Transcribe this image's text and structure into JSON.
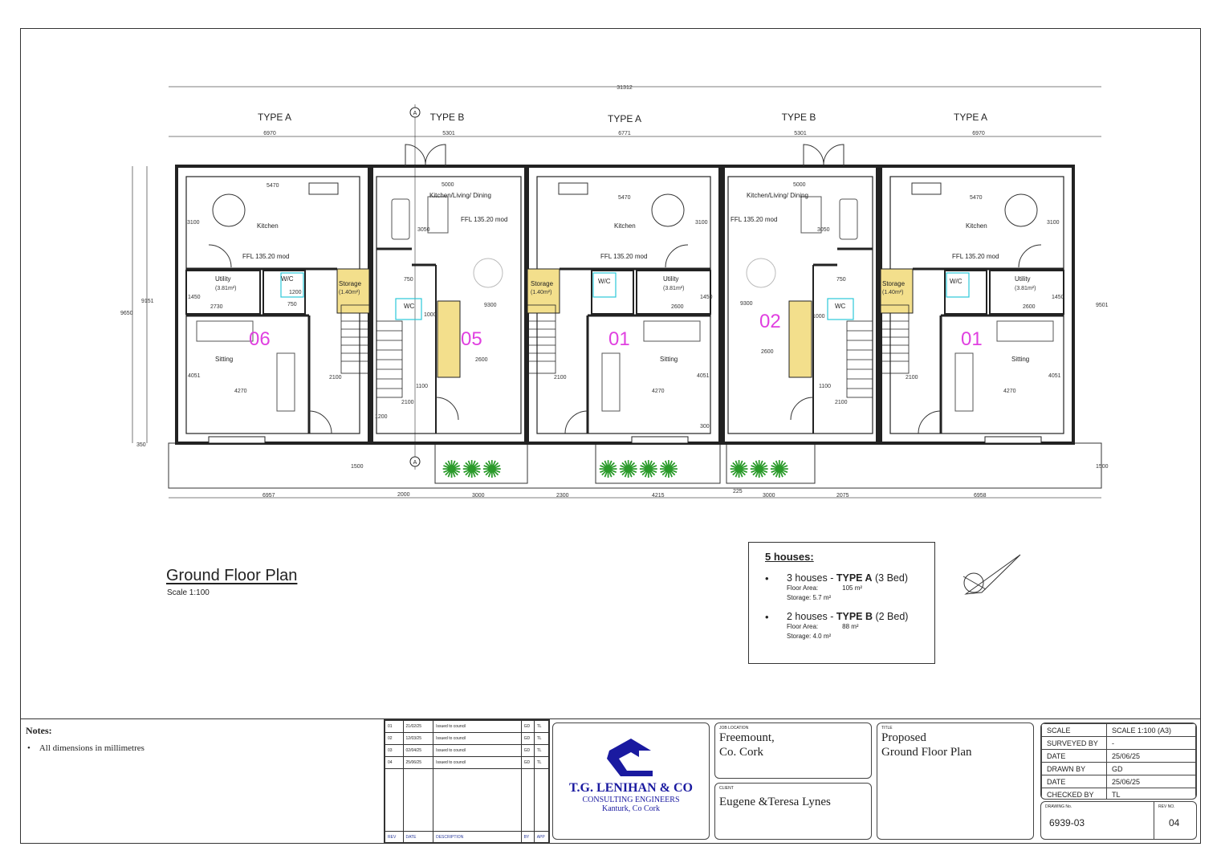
{
  "plan": {
    "overall_width": "31312",
    "left_dims": [
      "9650",
      "9151",
      "350"
    ],
    "right_dims": [
      "9501",
      "1500",
      "1500"
    ],
    "section_marker": "A",
    "units": [
      {
        "type": "TYPE A",
        "width": "6970",
        "number": "06",
        "rooms": {
          "kitchen": "Kitchen",
          "ffl": "FFL  135.20  mod",
          "utility": "Utility",
          "utility_area": "(3.81m²)",
          "wc": "W/C",
          "storage": "Storage",
          "storage_area": "(1.40m²)",
          "sitting": "Sitting"
        },
        "dims": [
          "5470",
          "3100",
          "1450",
          "2730",
          "1200",
          "750",
          "4051",
          "4270",
          "2100"
        ],
        "bottom": [
          "6957"
        ]
      },
      {
        "type": "TYPE B",
        "width": "5301",
        "number": "05",
        "rooms": {
          "kld": "Kitchen/Living/ Dining",
          "ffl": "FFL  135.20  mod",
          "wc": "WC"
        },
        "dims": [
          "5000",
          "3050",
          "750",
          "1000",
          "9300",
          "2600",
          "1100",
          "2100",
          "1200"
        ],
        "bottom": [
          "2000",
          "3000"
        ]
      },
      {
        "type": "TYPE A",
        "width": "6771",
        "number": "01",
        "rooms": {
          "kitchen": "Kitchen",
          "ffl": "FFL  135.20  mod",
          "utility": "Utility",
          "utility_area": "(3.81m²)",
          "wc": "W/C",
          "storage": "Storage",
          "storage_area": "(1.40m²)",
          "sitting": "Sitting"
        },
        "dims": [
          "5470",
          "3100",
          "1450",
          "2600",
          "4051",
          "4270",
          "2100",
          "300"
        ],
        "bottom": [
          "2300",
          "4215"
        ]
      },
      {
        "type": "TYPE B",
        "width": "5301",
        "number": "02",
        "rooms": {
          "kld": "Kitchen/Living/ Dining",
          "ffl": "FFL  135.20  mod",
          "wc": "WC"
        },
        "dims": [
          "5000",
          "3050",
          "750",
          "1000",
          "9300",
          "2600",
          "1100",
          "2100"
        ],
        "bottom": [
          "225",
          "3000",
          "2075"
        ]
      },
      {
        "type": "TYPE A",
        "width": "6970",
        "number": "01",
        "rooms": {
          "kitchen": "Kitchen",
          "ffl": "FFL  135.20  mod",
          "utility": "Utility",
          "utility_area": "(3.81m²)",
          "wc": "W/C",
          "storage": "Storage",
          "storage_area": "(1.40m²)",
          "sitting": "Sitting"
        },
        "dims": [
          "5470",
          "3100",
          "1450",
          "2600",
          "4051",
          "4270",
          "2100"
        ],
        "bottom": [
          "6958"
        ]
      }
    ],
    "title": "Ground Floor Plan",
    "scale": "Scale 1:100"
  },
  "legend": {
    "title": "5 houses:",
    "items": [
      {
        "count": "3 houses - ",
        "type": "TYPE A",
        "beds": " (3 Bed)",
        "floor_label": "Floor Area:",
        "floor_value": "105 m²",
        "storage_label": "Storage:",
        "storage_value": "5.7 m²"
      },
      {
        "count": "2 houses - ",
        "type": "TYPE B",
        "beds": " (2 Bed)",
        "floor_label": "Floor Area:",
        "floor_value": "88 m²",
        "storage_label": "Storage:",
        "storage_value": "4.0 m²"
      }
    ]
  },
  "notes": {
    "title": "Notes:",
    "items": [
      "All dimensions in millimetres"
    ]
  },
  "revisions": {
    "headers": [
      "REV",
      "DATE",
      "DESCRIPTION",
      "BY",
      "APP"
    ],
    "rows": [
      [
        "01",
        "21/02/25",
        "Issued to council",
        "GD",
        "TL"
      ],
      [
        "02",
        "12/03/25",
        "Issued to council",
        "GD",
        "TL"
      ],
      [
        "03",
        "02/04/25",
        "Issued to council",
        "GD",
        "TL"
      ],
      [
        "04",
        "25/06/25",
        "Issued to council",
        "GD",
        "TL"
      ]
    ]
  },
  "company": {
    "name": "T.G. LENIHAN & CO",
    "subtitle": "CONSULTING ENGINEERS",
    "location": "Kanturk, Co Cork",
    "brand_color": "#1a1aa0"
  },
  "job_location": {
    "label": "JOB LOCATION",
    "line1": "Freemount,",
    "line2": "Co. Cork"
  },
  "client": {
    "label": "CLIENT",
    "value": "Eugene &Teresa Lynes"
  },
  "drawing_title": {
    "label": "TITLE",
    "line1": "Proposed",
    "line2": "Ground Floor Plan"
  },
  "info": [
    {
      "label": "SCALE",
      "value": "SCALE 1:100 (A3)"
    },
    {
      "label": "SURVEYED BY",
      "value": "-"
    },
    {
      "label": "DATE",
      "value": "25/06/25"
    },
    {
      "label": "DRAWN BY",
      "value": "GD"
    },
    {
      "label": "DATE",
      "value": "25/06/25"
    },
    {
      "label": "CHECKED BY",
      "value": "TL"
    }
  ],
  "drawing_no": {
    "label": "DRAWING No.",
    "value": "6939-03"
  },
  "rev_no": {
    "label": "REV NO.",
    "value": "04"
  }
}
